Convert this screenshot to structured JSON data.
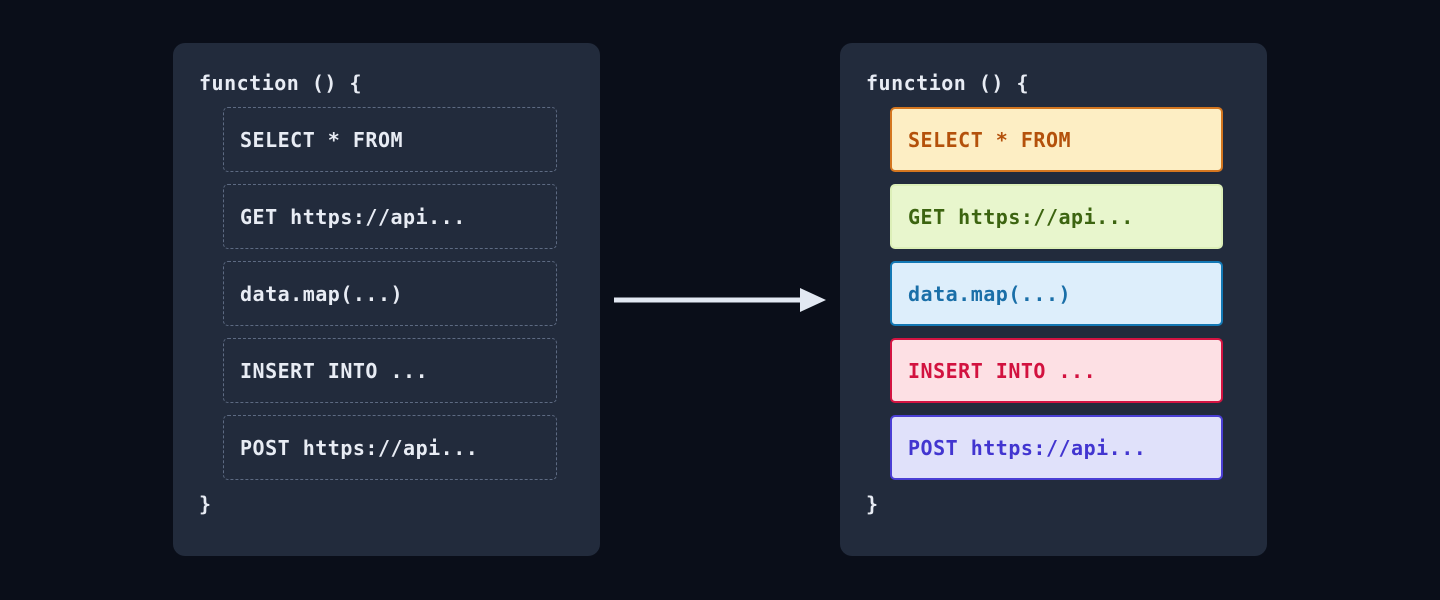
{
  "theme": {
    "page_background": "#0a0e19",
    "panel_background": "#222b3c",
    "code_text": "#e8ecf4",
    "dashed_border": "#5d6a82",
    "arrow_color": "#e2e8f2"
  },
  "left_panel": {
    "title": "plain-code-panel",
    "open_line": "function () {",
    "close_line": "}",
    "statements": [
      {
        "label": "SELECT * FROM"
      },
      {
        "label": "GET https://api..."
      },
      {
        "label": "data.map(...)"
      },
      {
        "label": "INSERT INTO ..."
      },
      {
        "label": "POST https://api..."
      }
    ]
  },
  "arrow": {
    "icon": "arrow-right-icon",
    "direction": "right"
  },
  "right_panel": {
    "title": "highlighted-code-panel",
    "open_line": "function () {",
    "close_line": "}",
    "statements": [
      {
        "label": "SELECT * FROM",
        "kind": "sql-select",
        "fill": "#fdeec4",
        "border": "#d4761f",
        "text": "#b4510b"
      },
      {
        "label": "GET https://api...",
        "kind": "http-get",
        "fill": "#e8f6cd",
        "border": "#dcefb8",
        "text": "#3c6410"
      },
      {
        "label": "data.map(...)",
        "kind": "js-map",
        "fill": "#ddeefb",
        "border": "#1378b4",
        "text": "#1a6fa8"
      },
      {
        "label": "INSERT INTO ...",
        "kind": "sql-insert",
        "fill": "#fde0e4",
        "border": "#d31442",
        "text": "#d2123f"
      },
      {
        "label": "POST https://api...",
        "kind": "http-post",
        "fill": "#e0e1fa",
        "border": "#4a3fd4",
        "text": "#4235d0"
      }
    ]
  }
}
